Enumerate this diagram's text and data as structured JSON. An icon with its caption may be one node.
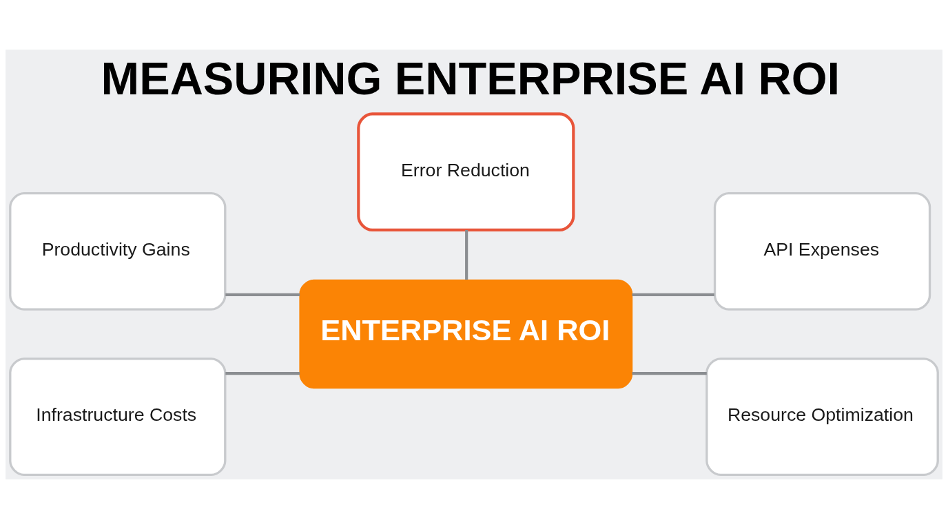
{
  "diagram": {
    "title": "MEASURING ENTERPRISE AI ROI",
    "nodes": [
      {
        "text": [
          "Error Reduction"
        ]
      },
      {
        "text": [
          "Productivity Gains"
        ]
      },
      {
        "text": [
          "API Expenses"
        ]
      },
      {
        "text": [
          "ENTERPRISE AI ROI"
        ]
      },
      {
        "text": [
          "Infrastructure Costs"
        ]
      },
      {
        "text": [
          "Resource Optimization"
        ]
      }
    ],
    "edges": [
      {
        "from": 0,
        "to": 3,
        "arrow": "none"
      },
      {
        "from": 1,
        "to": 3,
        "arrow": "none"
      },
      {
        "from": 3,
        "to": 2,
        "arrow": "none"
      },
      {
        "from": 4,
        "to": 3,
        "arrow": "none"
      },
      {
        "from": 3,
        "to": 5,
        "arrow": "none"
      }
    ]
  }
}
